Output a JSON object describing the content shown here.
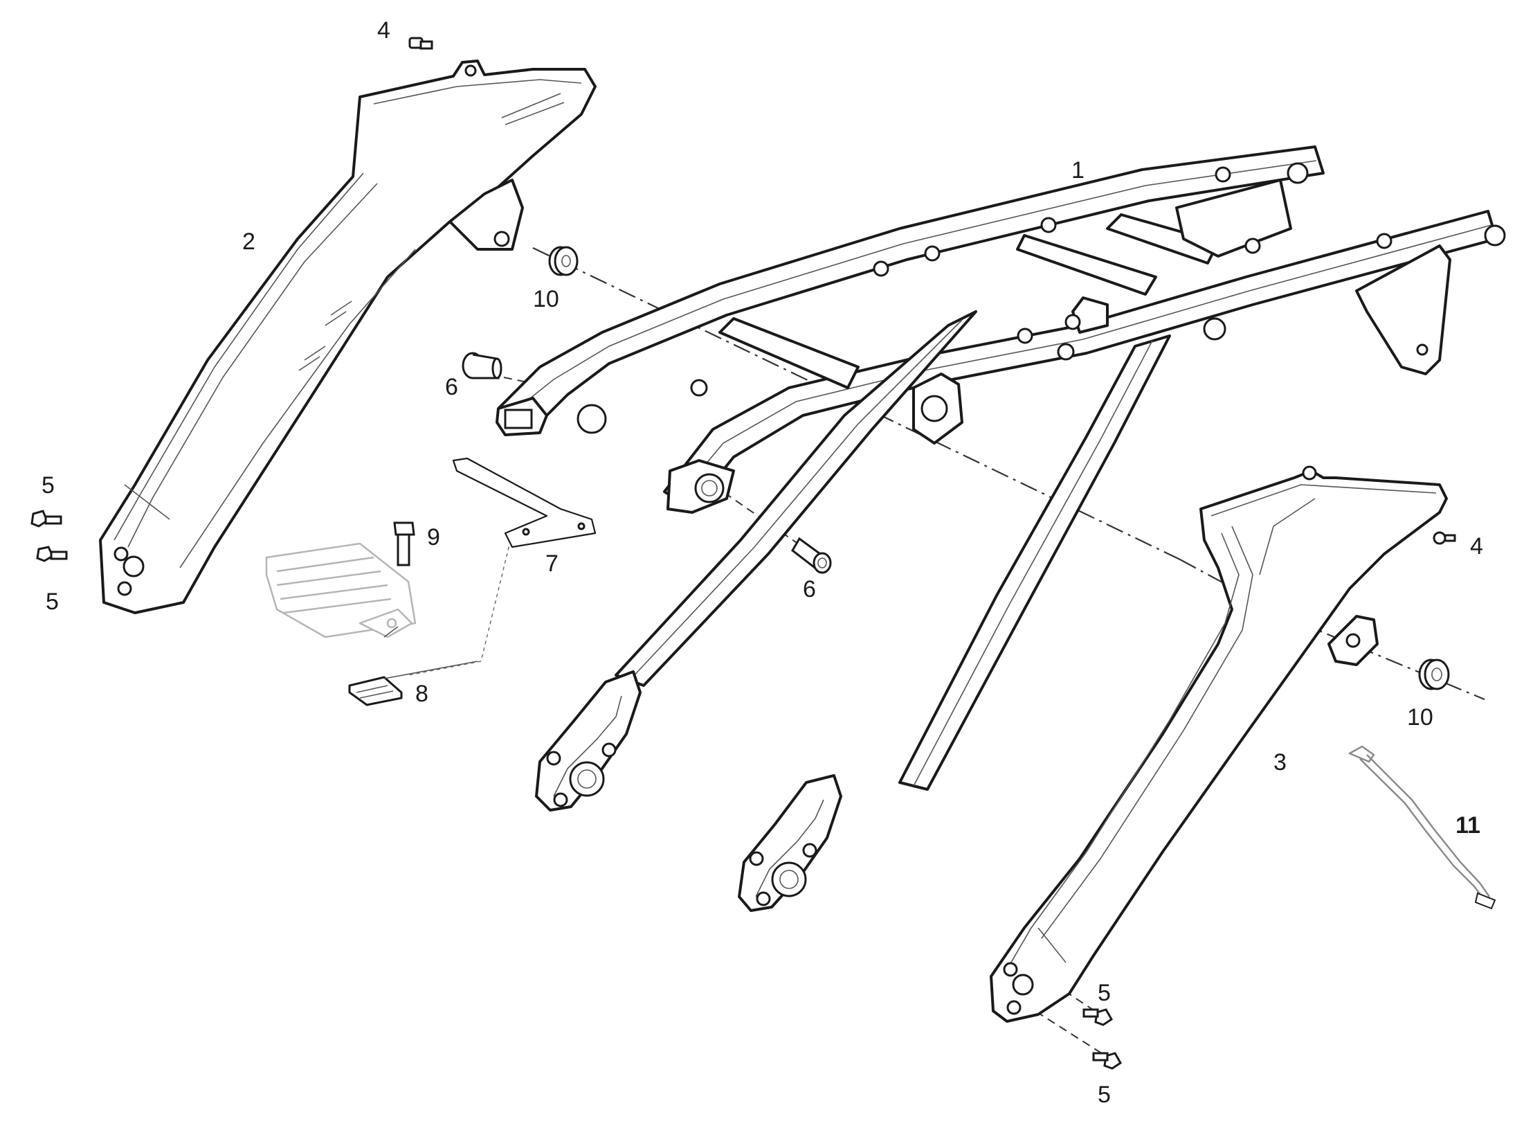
{
  "diagram": {
    "callouts": [
      {
        "id": "frame",
        "text": "1"
      },
      {
        "id": "left-cover",
        "text": "2"
      },
      {
        "id": "right-cover",
        "text": "3"
      },
      {
        "id": "screw-top-left",
        "text": "4"
      },
      {
        "id": "screw-right",
        "text": "4"
      },
      {
        "id": "bolt-left-upper",
        "text": "5"
      },
      {
        "id": "bolt-left-lower",
        "text": "5"
      },
      {
        "id": "bolt-right-upper",
        "text": "5"
      },
      {
        "id": "bolt-right-lower",
        "text": "5"
      },
      {
        "id": "pin-left",
        "text": "6"
      },
      {
        "id": "pin-center",
        "text": "6"
      },
      {
        "id": "bracket",
        "text": "7"
      },
      {
        "id": "clip",
        "text": "8"
      },
      {
        "id": "regulator-bolt",
        "text": "9"
      },
      {
        "id": "bushing-left",
        "text": "10"
      },
      {
        "id": "bushing-right",
        "text": "10"
      },
      {
        "id": "cable",
        "text": "11"
      }
    ]
  }
}
